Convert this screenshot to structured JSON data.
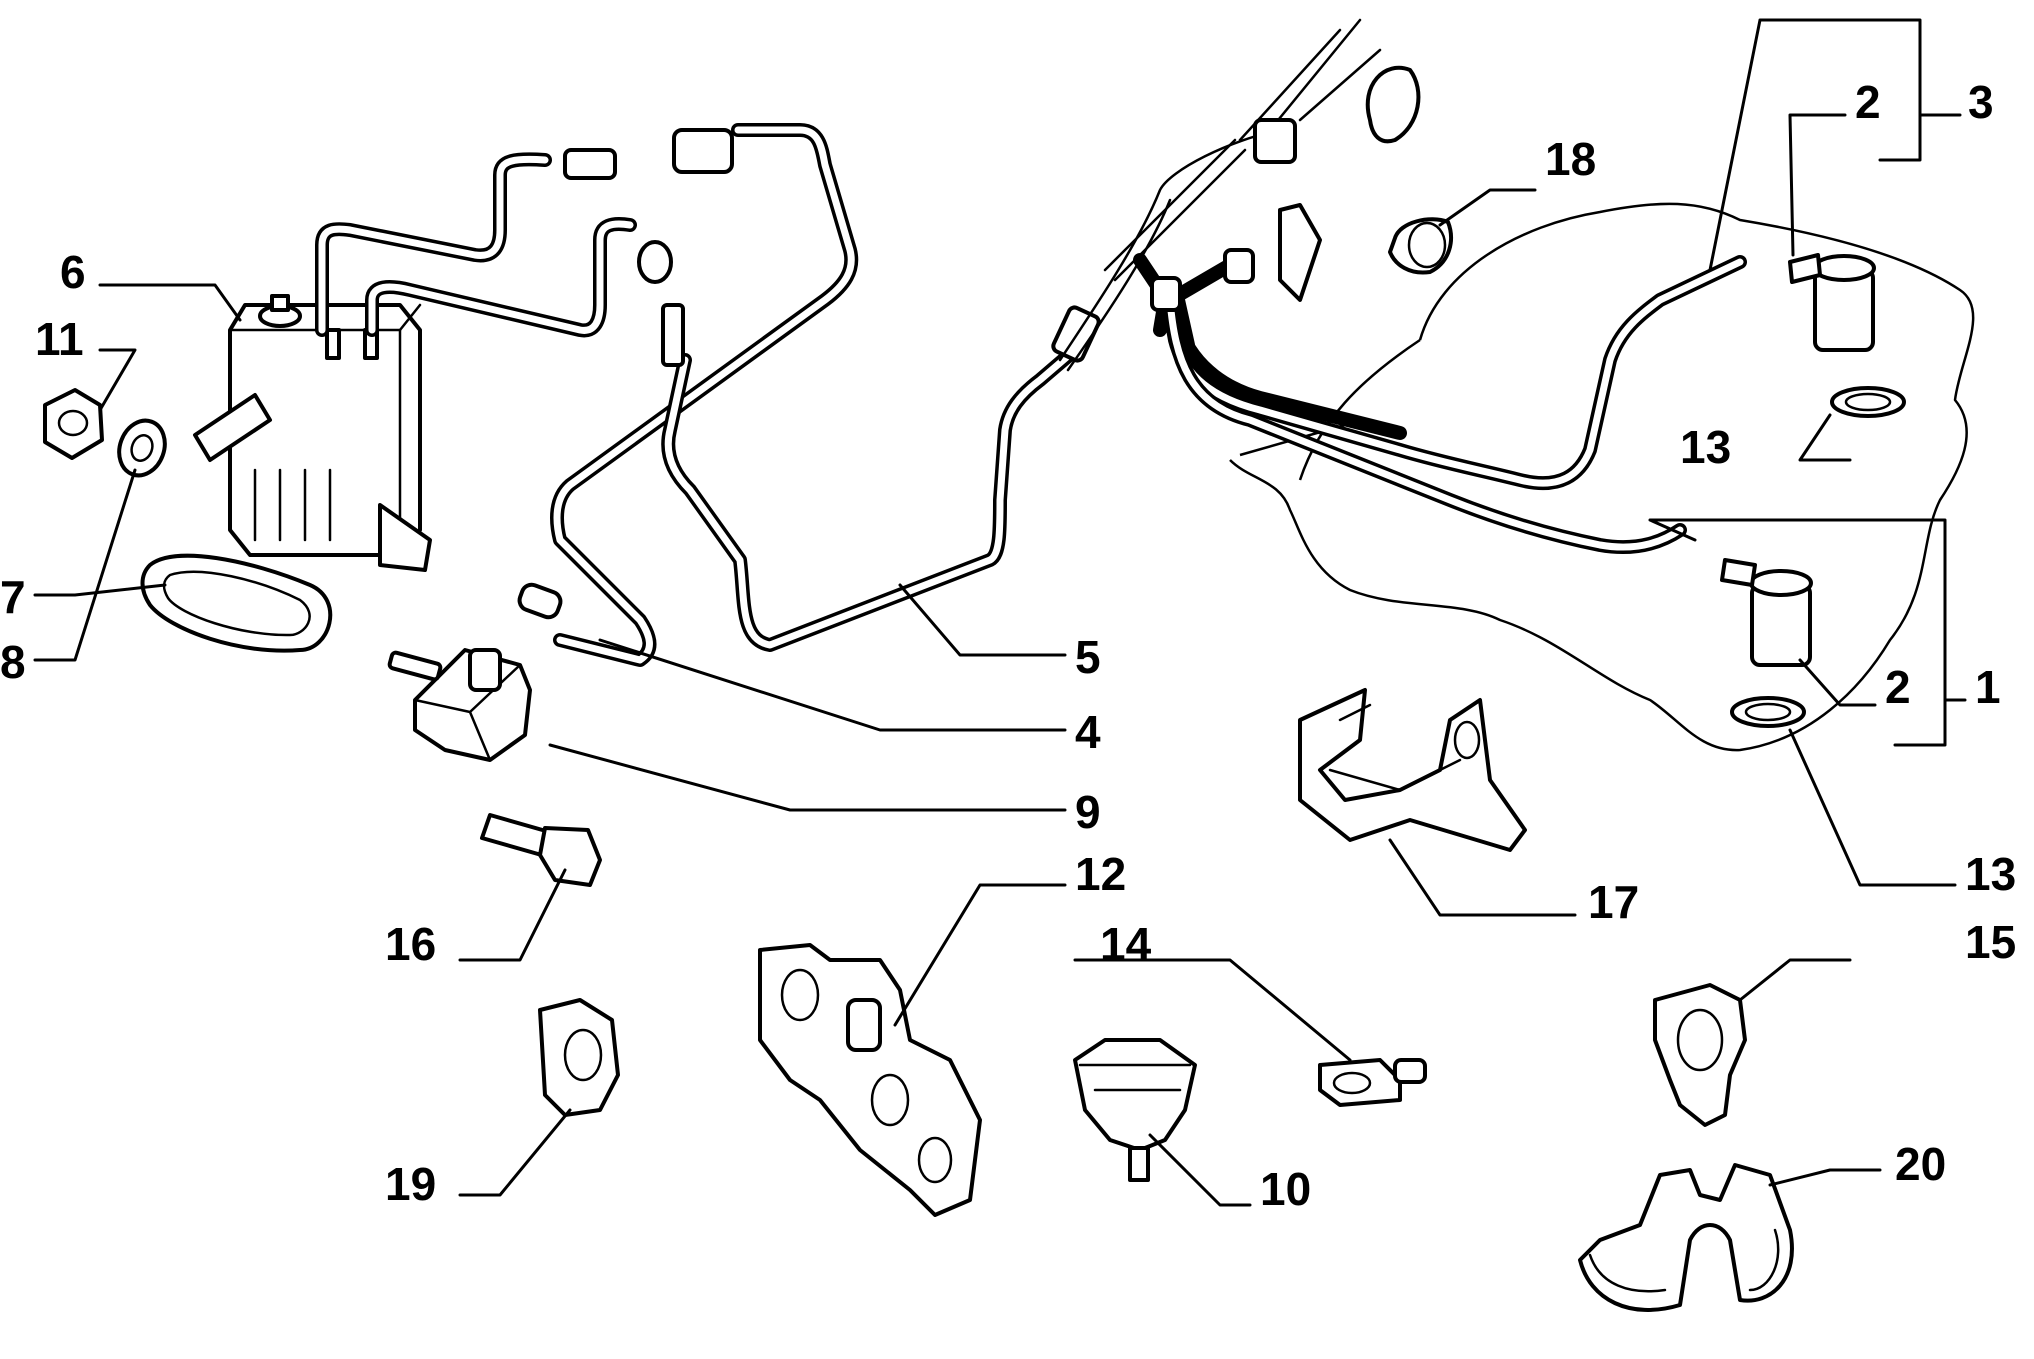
{
  "callouts": [
    {
      "id": "1",
      "label": "1"
    },
    {
      "id": "2a",
      "label": "2"
    },
    {
      "id": "2b",
      "label": "2"
    },
    {
      "id": "3",
      "label": "3"
    },
    {
      "id": "4",
      "label": "4"
    },
    {
      "id": "5",
      "label": "5"
    },
    {
      "id": "6",
      "label": "6"
    },
    {
      "id": "7",
      "label": "7"
    },
    {
      "id": "8",
      "label": "8"
    },
    {
      "id": "9",
      "label": "9"
    },
    {
      "id": "10",
      "label": "10"
    },
    {
      "id": "11",
      "label": "11"
    },
    {
      "id": "12",
      "label": "12"
    },
    {
      "id": "13a",
      "label": "13"
    },
    {
      "id": "13b",
      "label": "13"
    },
    {
      "id": "14",
      "label": "14"
    },
    {
      "id": "15",
      "label": "15"
    },
    {
      "id": "16",
      "label": "16"
    },
    {
      "id": "17",
      "label": "17"
    },
    {
      "id": "18",
      "label": "18"
    },
    {
      "id": "19",
      "label": "19"
    },
    {
      "id": "20",
      "label": "20"
    }
  ]
}
